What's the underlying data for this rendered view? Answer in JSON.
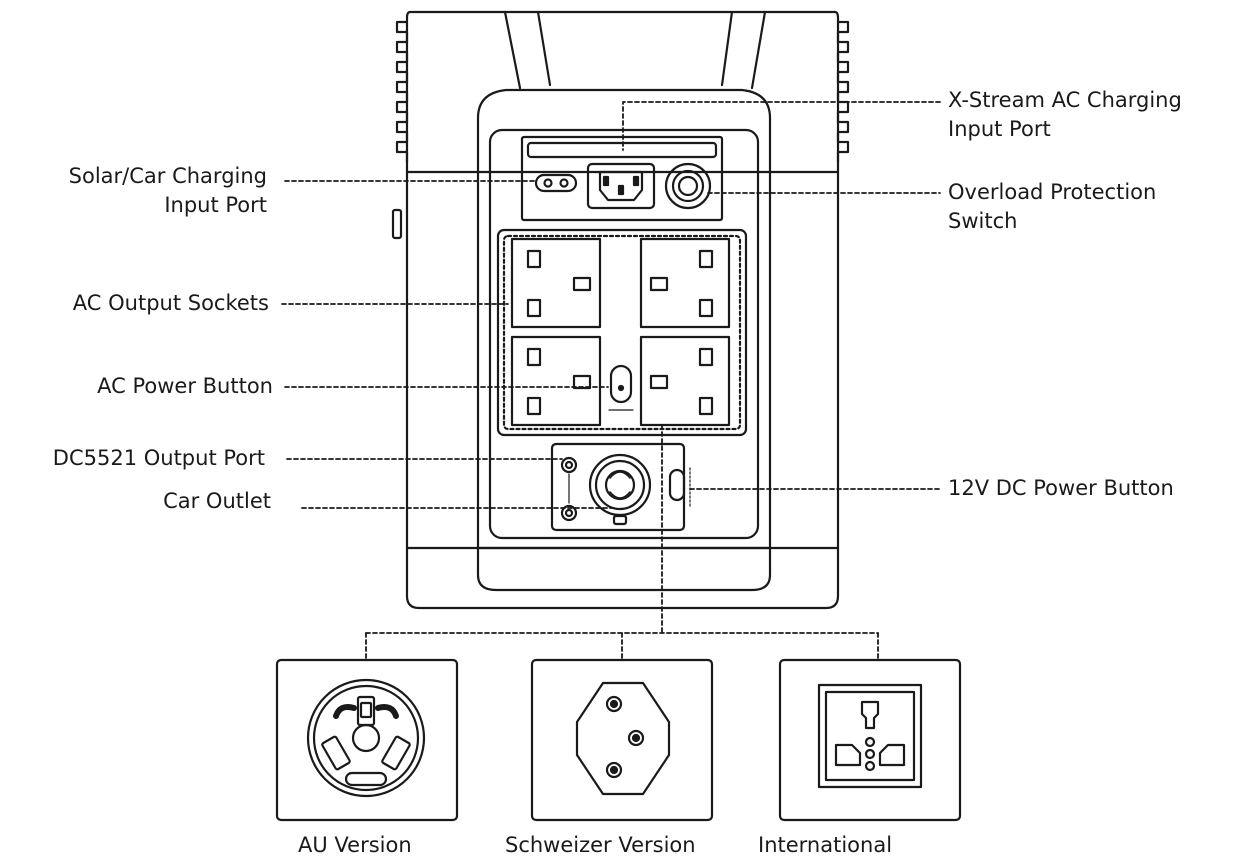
{
  "labels": {
    "solar_car_input": "Solar/Car Charging\nInput Port",
    "ac_output_sockets": "AC Output Sockets",
    "ac_power_button": "AC Power Button",
    "dc5521_output": "DC5521 Output Port",
    "car_outlet": "Car Outlet",
    "xstream_input": "X-Stream AC Charging\nInput Port",
    "overload_switch": "Overload Protection\nSwitch",
    "dc_power_button": "12V DC Power Button"
  },
  "versions": [
    {
      "label": "AU Version"
    },
    {
      "label": "Schweizer Version"
    },
    {
      "label": "International"
    }
  ],
  "colors": {
    "line": "#1a1a1a",
    "fill": "#ffffff"
  }
}
